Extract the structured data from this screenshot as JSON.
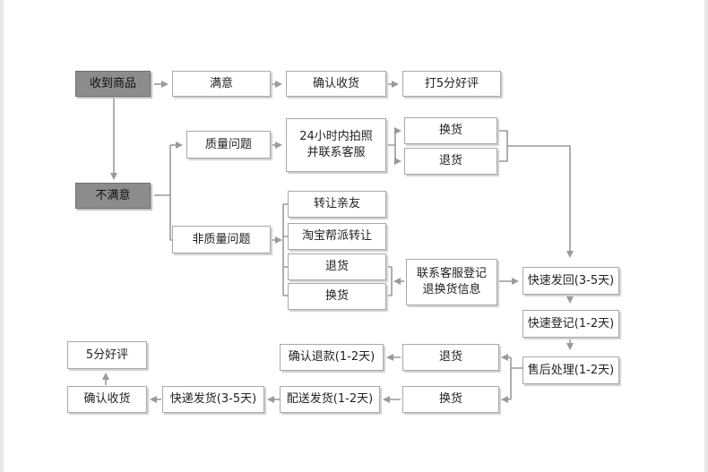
{
  "nodes": {
    "received": "收到商品",
    "satisfied": "满意",
    "confirm_receipt_top": "确认收货",
    "rate_5_top": "打5分好评",
    "not_satisfied": "不满意",
    "quality_issue": "质量问题",
    "contact_24h": "24小时内拍照\n并联系客服",
    "exchange_q": "换货",
    "return_q": "退货",
    "non_quality_issue": "非质量问题",
    "transfer_friend": "转让亲友",
    "taobao_dispatch": "淘宝帮派转让",
    "return_nq": "退货",
    "exchange_nq": "换货",
    "register_info": "联系客服登记\n退换货信息",
    "express_return": "快速发回(3-5天)",
    "express_register": "快速登记(1-2天)",
    "after_sales": "售后处理(1-2天)",
    "return_final": "退货",
    "exchange_final": "换货",
    "confirm_refund": "确认退款(1-2天)",
    "ship_delivery": "配送发货(1-2天)",
    "express_ship": "快递发货(3-5天)",
    "confirm_receipt_bottom": "确认收货",
    "rate_5_bottom": "5分好评"
  },
  "colors": {
    "line": "#9a9a9a",
    "dark_box": "#8c8c8c",
    "border": "#a9a9a9"
  }
}
